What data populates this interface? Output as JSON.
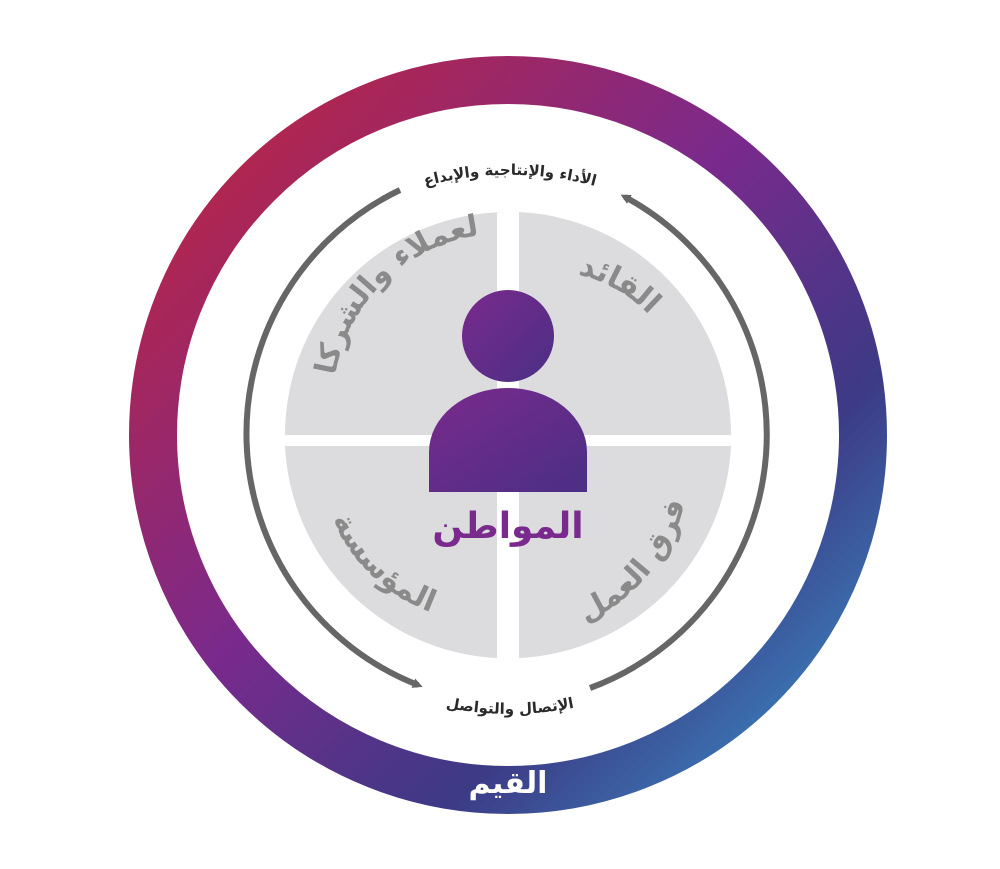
{
  "diagram": {
    "outer_ring_label": "القيم",
    "center_label": "المواطن",
    "top_flow_label": "الأداء والإنتاجية والإبداع",
    "bottom_flow_label": "الإتصال والتواصل",
    "quadrants": {
      "top_left": "العملاء والشركاء",
      "top_right": "القائد",
      "bottom_left": "المؤسسة",
      "bottom_right": "فرق العمل"
    },
    "colors": {
      "ring_red": "#c4243a",
      "ring_purple": "#7a2a8c",
      "ring_indigo": "#3c3a85",
      "ring_blue": "#3a86c4",
      "quadrant_gray": "#dcdcde",
      "quadrant_text": "#8a8a8a",
      "arrow": "#666666",
      "person_light": "#7a2a8c",
      "person_dark": "#4a2f85"
    }
  }
}
